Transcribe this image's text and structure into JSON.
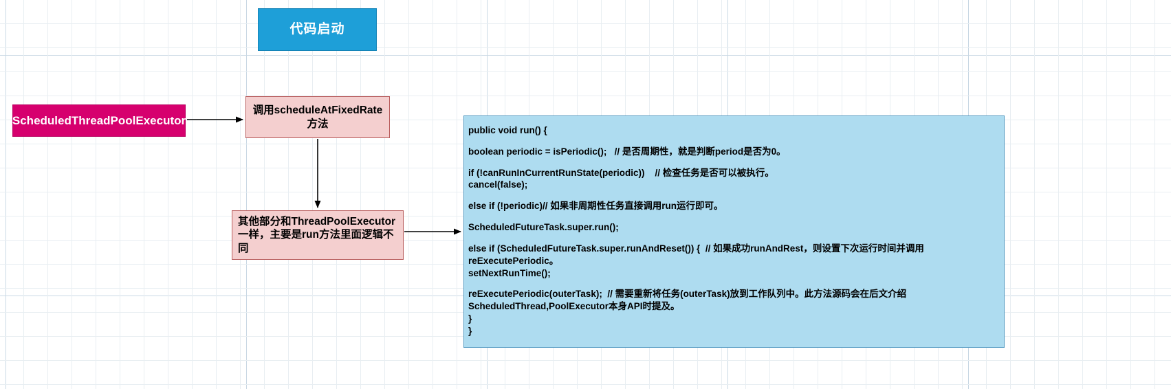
{
  "diagram": {
    "title_box": {
      "label": "代码启动"
    },
    "class_box": {
      "label": "ScheduledThreadPoolExecutor"
    },
    "step_box_1": {
      "label": "调用scheduleAtFixedRate\n方法"
    },
    "step_box_2": {
      "label": "其他部分和ThreadPoolExecutor一样，主要是run方法里面逻辑不同"
    },
    "code_box": {
      "lines": [
        "public void run() {",
        "",
        "boolean periodic = isPeriodic();   // 是否周期性，就是判断period是否为0。",
        "",
        "if (!canRunInCurrentRunState(periodic))    // 检查任务是否可以被执行。",
        "cancel(false);",
        "",
        "else if (!periodic)// 如果非周期性任务直接调用run运行即可。",
        "",
        "ScheduledFutureTask.super.run();",
        "",
        "else if (ScheduledFutureTask.super.runAndReset()) {  // 如果成功runAndRest，则设置下次运行时间并调用",
        "reExecutePeriodic。",
        "setNextRunTime();",
        "",
        "reExecutePeriodic(outerTask);  // 需要重新将任务(outerTask)放到工作队列中。此方法源码会在后文介绍",
        "ScheduledThread,PoolExecutor本身API时提及。",
        "}",
        "}"
      ]
    },
    "colors": {
      "title_fill": "#1e9fd8",
      "class_fill": "#d6006e",
      "step_fill": "#f4cfcf",
      "step_stroke": "#b85c5c",
      "code_fill": "#aedcf0",
      "code_stroke": "#5a9ec4",
      "arrow": "#000000",
      "grid_minor": "#e8eef2",
      "grid_major": "#c9d8e4"
    }
  }
}
